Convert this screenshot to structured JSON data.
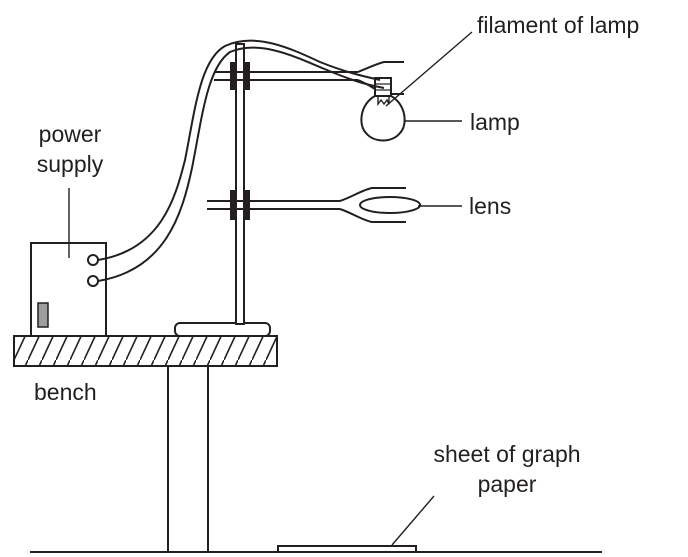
{
  "labels": {
    "filament": "filament of lamp",
    "lamp": "lamp",
    "power_line1": "power",
    "power_line2": "supply",
    "lens": "lens",
    "bench": "bench",
    "paper_line1": "sheet of graph",
    "paper_line2": "paper"
  },
  "colors": {
    "ink": "#231f20",
    "background": "#ffffff"
  }
}
